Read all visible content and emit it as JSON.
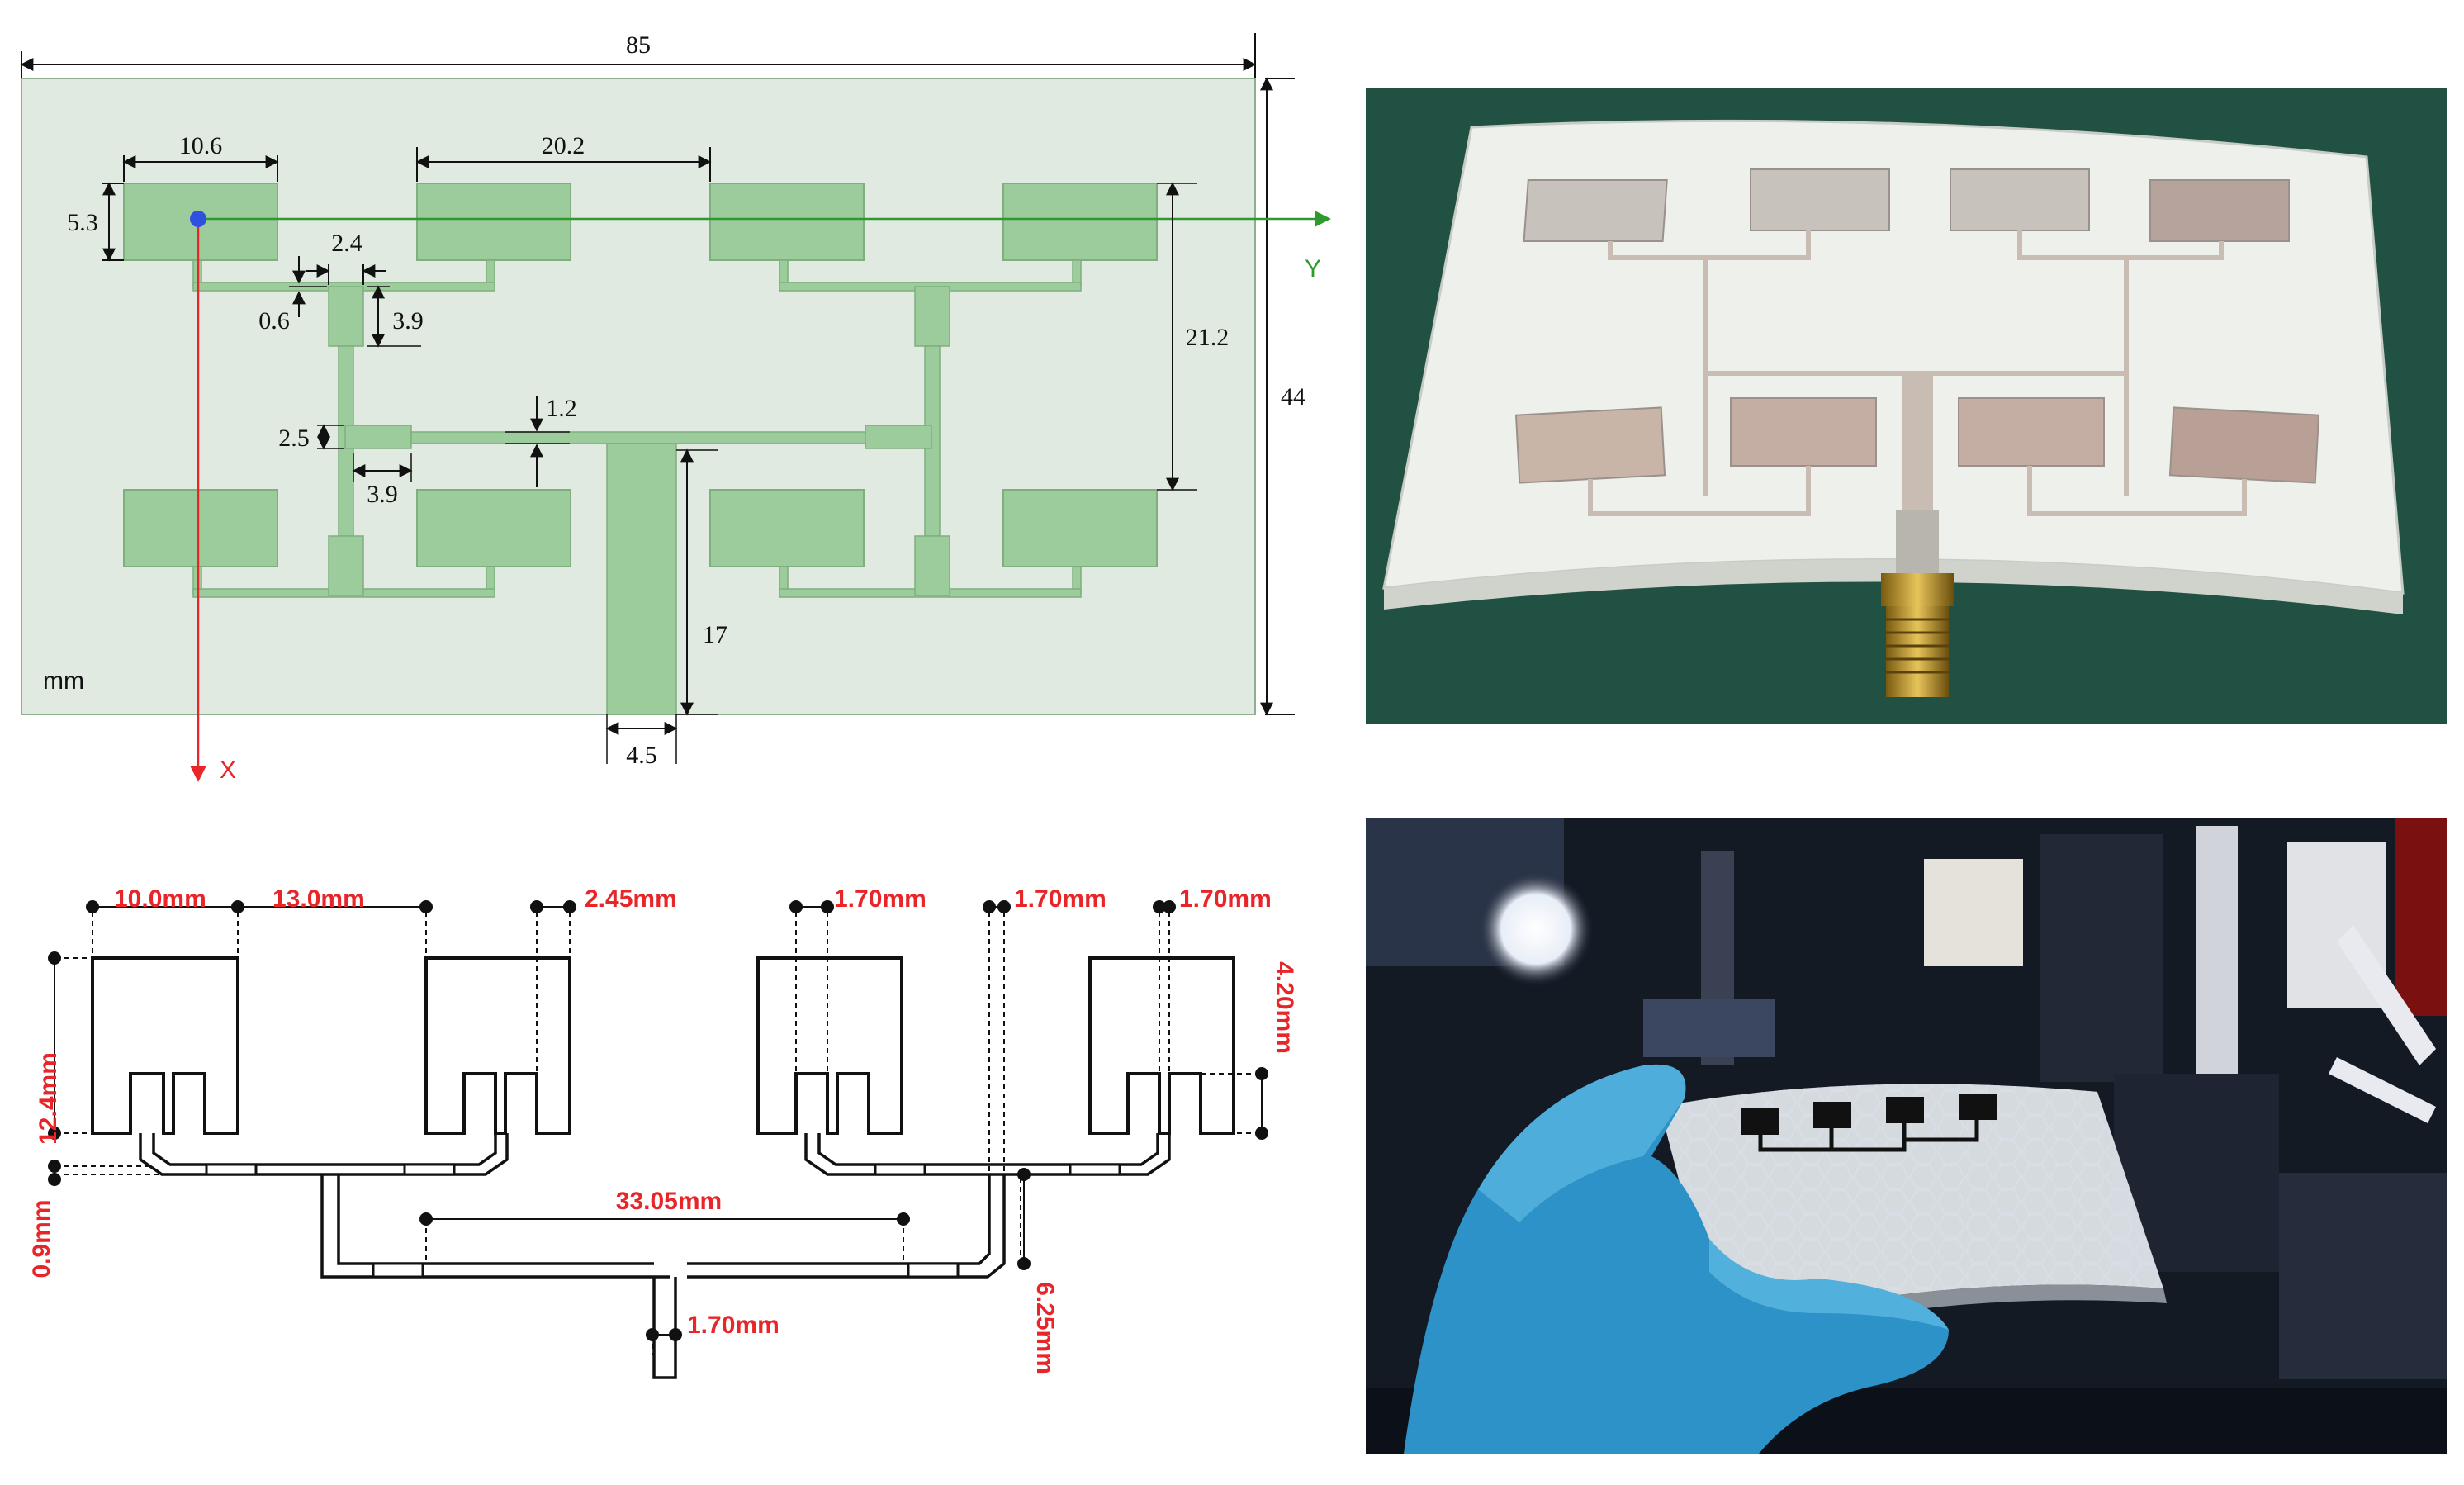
{
  "panel_a": {
    "width_label": "85",
    "height_label": "44",
    "patch_width_label": "10.6",
    "patch_height_label": "5.3",
    "spacing_label": "20.2",
    "row_gap_label": "21.2",
    "feed_width_label": "2.4",
    "gap_label": "0.6",
    "stub_len_upper_label": "3.9",
    "stub_len_lower_label": "3.9",
    "line_w_label": "2.5",
    "trace_w_label": "1.2",
    "feed_len_label": "17",
    "feed_strip_label": "4.5",
    "unit_label": "mm",
    "x_axis_label": "X",
    "y_axis_label": "Y",
    "colors": {
      "substrate": "#e1eae1",
      "copper": "#9ccb9c",
      "x_axis": "#e8262a",
      "y_axis": "#2e9a2e",
      "feed_dot": "#3050e0"
    }
  },
  "panel_b": {
    "dim_10": "10.0mm",
    "dim_13": "13.0mm",
    "dim_245": "2.45mm",
    "dim_170_a": "1.70mm",
    "dim_170_b": "1.70mm",
    "dim_170_c": "1.70mm",
    "dim_124": "12.4mm",
    "dim_420": "4.20mm",
    "dim_09": "0.9mm",
    "dim_3305": "33.05mm",
    "dim_170_feed": "1.70mm",
    "dim_625": "6.25mm",
    "colors": {
      "dim_text": "#e8262a"
    }
  }
}
